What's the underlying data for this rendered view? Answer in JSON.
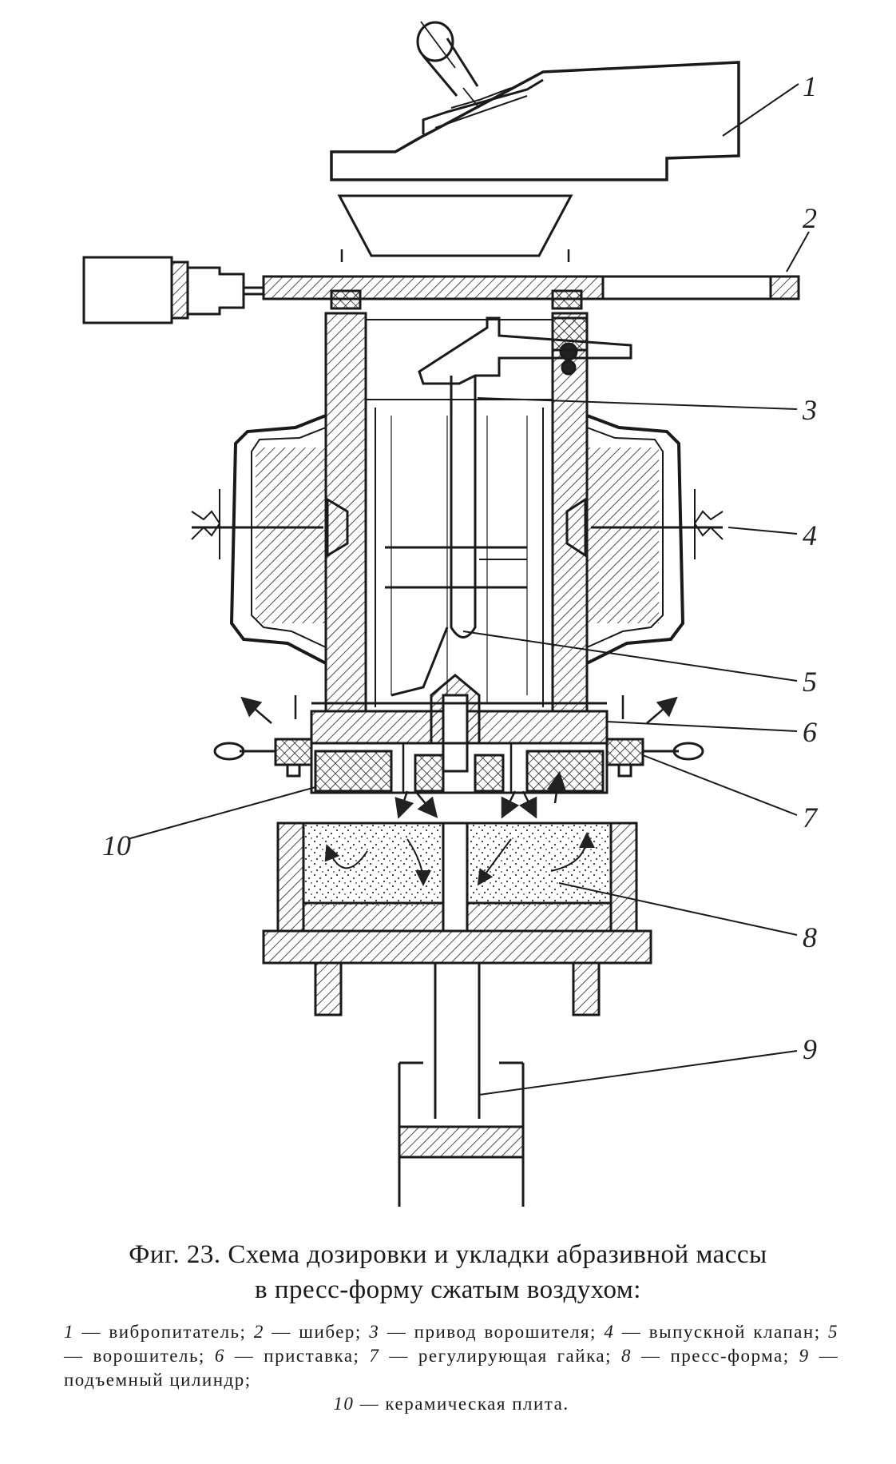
{
  "figure": {
    "callouts": [
      "1",
      "2",
      "3",
      "4",
      "5",
      "6",
      "7",
      "8",
      "9",
      "10"
    ],
    "caption_title_line1": "Фиг. 23. Схема дозировки и укладки абразивной массы",
    "caption_title_line2": "в пресс-форму сжатым воздухом:",
    "legend": [
      {
        "num": "1",
        "text": "вибропитатель;"
      },
      {
        "num": "2",
        "text": "шибер;"
      },
      {
        "num": "3",
        "text": "привод ворошителя;"
      },
      {
        "num": "4",
        "text": "выпускной клапан;"
      },
      {
        "num": "5",
        "text": "ворошитель;"
      },
      {
        "num": "6",
        "text": "приставка;"
      },
      {
        "num": "7",
        "text": "регулирующая гайка;"
      },
      {
        "num": "8",
        "text": "пресс-форма;"
      },
      {
        "num": "9",
        "text": "подъемный цилиндр;"
      },
      {
        "num": "10",
        "text": "керамическая плита."
      }
    ]
  },
  "colors": {
    "ink": "#1a1a1a",
    "paper": "#ffffff"
  }
}
